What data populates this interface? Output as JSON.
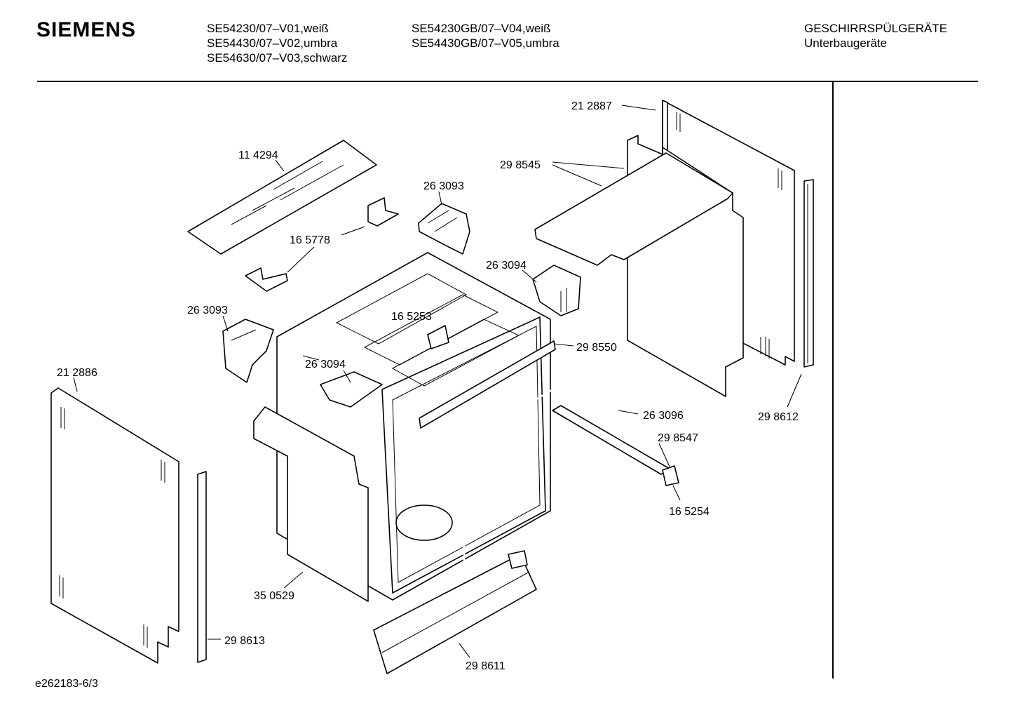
{
  "header": {
    "brand": "SIEMENS",
    "models_col1": [
      "SE54230/07–V01,weiß",
      "SE54430/07–V02,umbra",
      "SE54630/07–V03,schwarz"
    ],
    "models_col2": [
      "SE54230GB/07–V04,weiß",
      "SE54430GB/07–V05,umbra"
    ],
    "category": [
      "GESCHIRRSPÜLGERÄTE",
      "Unterbaugeräte"
    ]
  },
  "diagram": {
    "labels": [
      "21 2887",
      "11 4294",
      "29 8545",
      "26 3093",
      "16 5778",
      "26 3094",
      "26 3093",
      "16 5253",
      "29 8550",
      "26 3094",
      "21 2886",
      "26 3096",
      "29 8547",
      "29 8612",
      "16 5254",
      "35 0529",
      "29 8613",
      "29 8611"
    ]
  },
  "footer": {
    "code": "e262183-6/3"
  }
}
